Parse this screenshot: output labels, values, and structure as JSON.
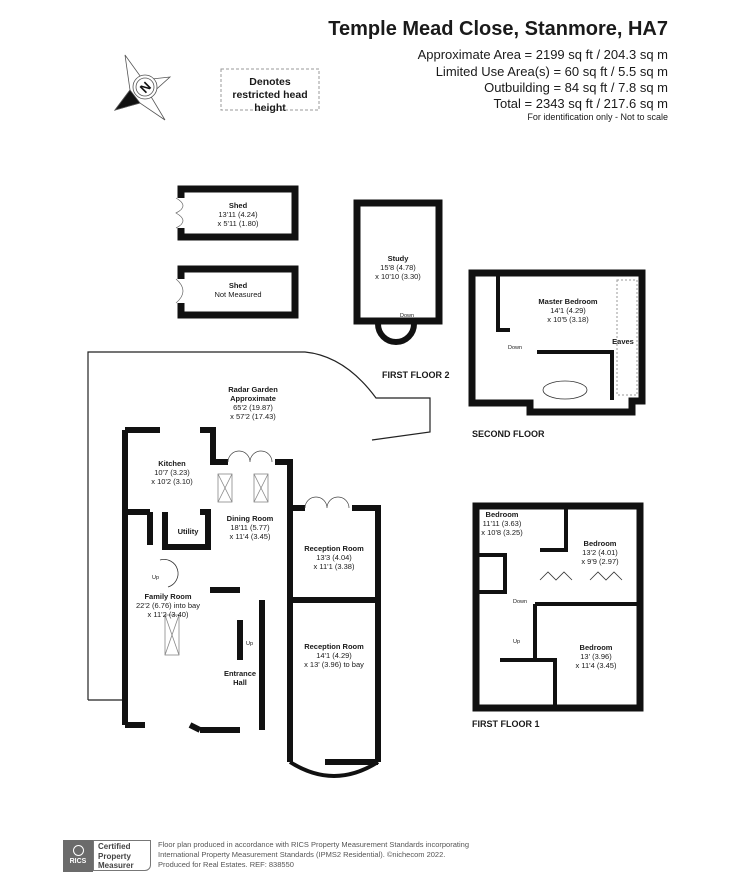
{
  "header": {
    "title": "Temple Mead Close, Stanmore, HA7",
    "areas": [
      "Approximate Area = 2199 sq ft / 204.3 sq  m",
      "Limited Use Area(s) = 60 sq ft / 5.5 sq m",
      "Outbuilding = 84 sq ft / 7.8 sq m",
      "Total = 2343 sq ft / 217.6 sq m"
    ],
    "note": "For identification only - Not to scale"
  },
  "compass": {
    "letter": "N",
    "icon": "compass-north-icon"
  },
  "legend": {
    "restricted": "Denotes restricted head height"
  },
  "rooms": {
    "shed1": {
      "name": "Shed",
      "dim1": "13'11 (4.24)",
      "dim2": "x 5'11 (1.80)"
    },
    "shed2": {
      "name": "Shed",
      "dim1": "Not Measured"
    },
    "study": {
      "name": "Study",
      "dim1": "15'8 (4.78)",
      "dim2": "x 10'10 (3.30)"
    },
    "garden": {
      "name": "Radar Garden",
      "name2": "Approximate",
      "dim1": "65'2 (19.87)",
      "dim2": "x 57'2 (17.43)"
    },
    "kitchen": {
      "name": "Kitchen",
      "dim1": "10'7 (3.23)",
      "dim2": "x 10'2 (3.10)"
    },
    "utility": {
      "name": "Utility"
    },
    "dining": {
      "name": "Dining Room",
      "dim1": "18'11 (5.77)",
      "dim2": "x 11'4 (3.45)"
    },
    "reception1": {
      "name": "Reception Room",
      "dim1": "13'3 (4.04)",
      "dim2": "x 11'1 (3.38)"
    },
    "family": {
      "name": "Family Room",
      "dim1": "22'2 (6.76) into bay",
      "dim2": "x 11'2 (3.40)"
    },
    "reception2": {
      "name": "Reception Room",
      "dim1": "14'1 (4.29)",
      "dim2": "x 13' (3.96) to bay"
    },
    "entrance": {
      "name": "Entrance",
      "name2": "Hall"
    },
    "master": {
      "name": "Master Bedroom",
      "dim1": "14'1 (4.29)",
      "dim2": "x 10'5 (3.18)"
    },
    "eaves": {
      "name": "Eaves"
    },
    "bed1": {
      "name": "Bedroom",
      "dim1": "11'11 (3.63)",
      "dim2": "x 10'8 (3.25)"
    },
    "bed2": {
      "name": "Bedroom",
      "dim1": "13'2 (4.01)",
      "dim2": "x 9'9 (2.97)"
    },
    "bed3": {
      "name": "Bedroom",
      "dim1": "13' (3.96)",
      "dim2": "x 11'4 (3.45)"
    }
  },
  "stairs": {
    "up": "Up",
    "down": "Down"
  },
  "floors": {
    "ff2": "FIRST FLOOR 2",
    "second": "SECOND FLOOR",
    "ff1": "FIRST FLOOR 1"
  },
  "footer": {
    "badge": [
      "Certified",
      "Property",
      "Measurer"
    ],
    "rics": "RICS",
    "lines": [
      "Floor plan produced in accordance with RICS Property Measurement Standards incorporating",
      "International Property Measurement Standards (IPMS2 Residential).   ©nichecom 2022.",
      "Produced for Real Estates.   REF: 838550"
    ]
  }
}
